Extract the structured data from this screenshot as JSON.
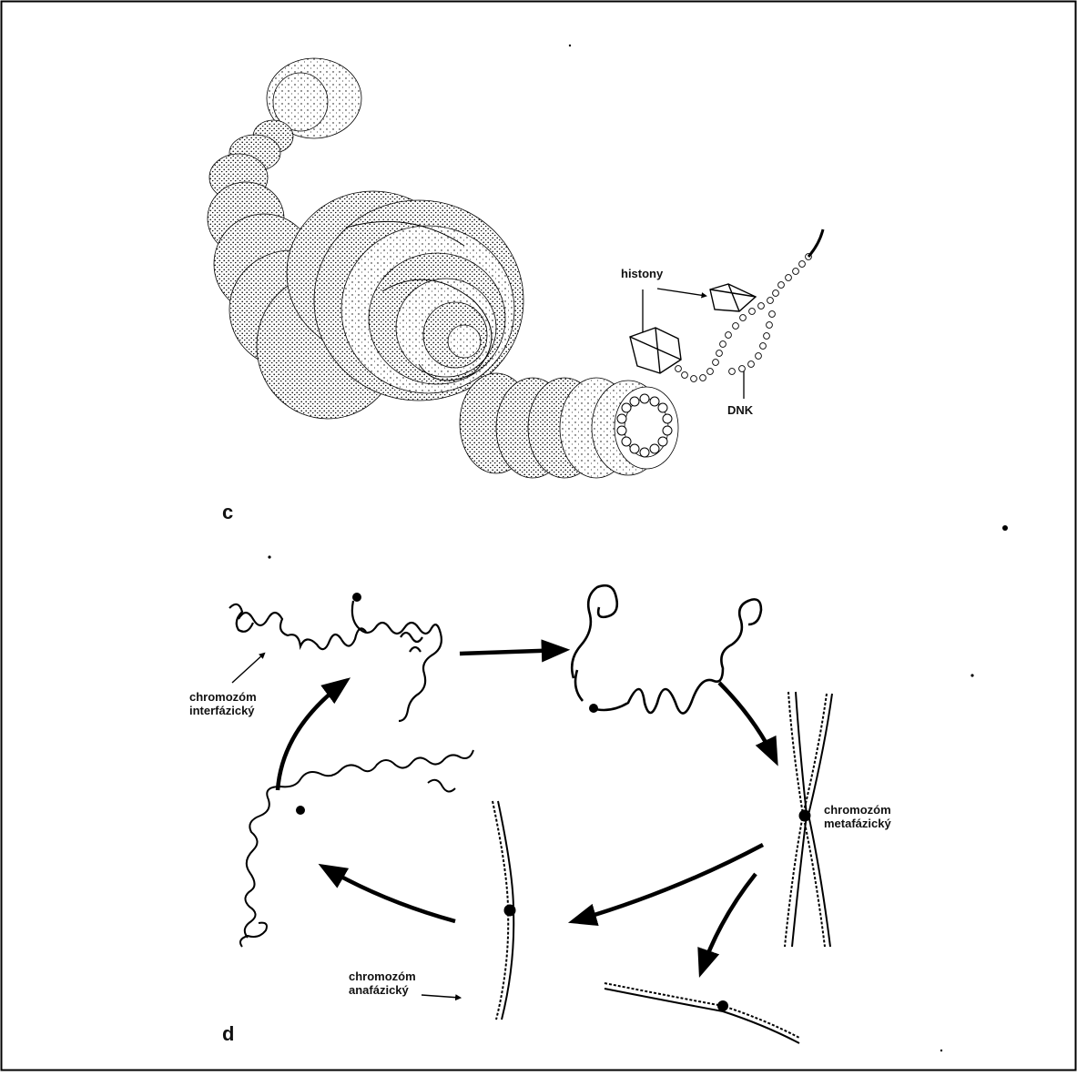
{
  "panel_c": {
    "letter": "c",
    "labels": {
      "histones": "histony",
      "dna": "DNK"
    }
  },
  "panel_d": {
    "letter": "d",
    "labels": {
      "interphase": [
        "chromozóm",
        "interfázický"
      ],
      "metaphase": [
        "chromozóm",
        "metafázický"
      ],
      "anaphase": [
        "chromozóm",
        "anafázický"
      ]
    }
  }
}
